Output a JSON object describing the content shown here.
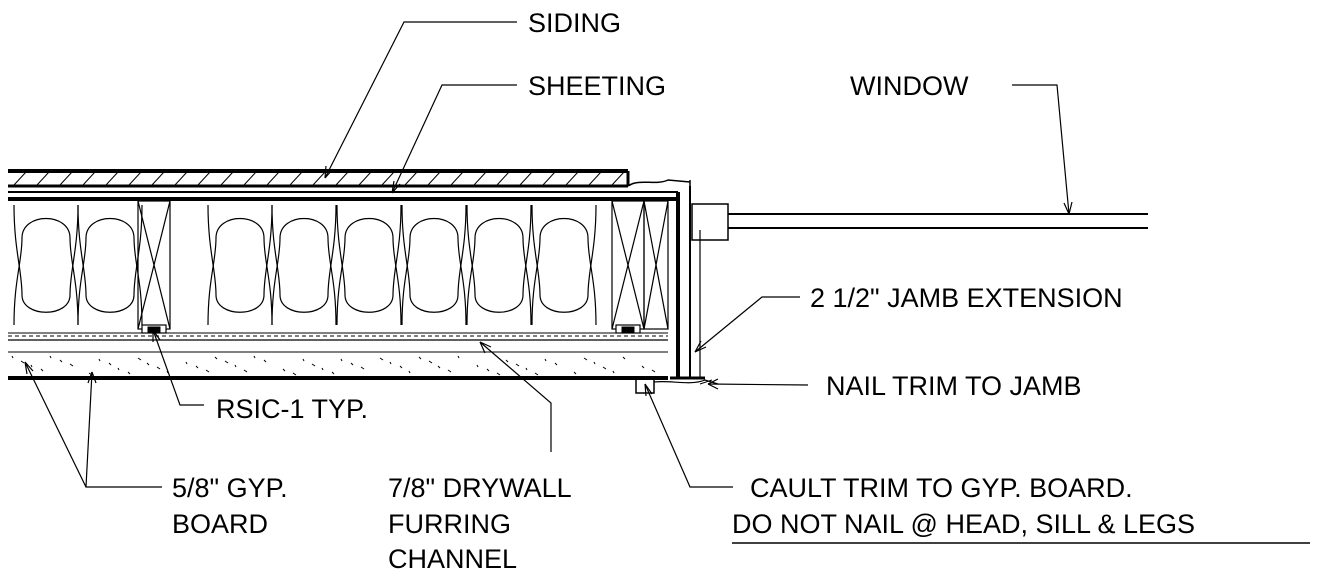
{
  "labels": {
    "siding": "SIDING",
    "sheeting": "SHEETING",
    "window": "WINDOW",
    "jamb_extension": "2 1/2\" JAMB EXTENSION",
    "nail_trim": "NAIL TRIM TO JAMB",
    "rsic": "RSIC-1 TYP.",
    "gyp_board_line1": "5/8\" GYP.",
    "gyp_board_line2": "BOARD",
    "furring_line1": "7/8\" DRYWALL",
    "furring_line2": "FURRING",
    "furring_line3": "CHANNEL",
    "cault_line1": "CAULT TRIM TO GYP. BOARD.",
    "cault_line2": "DO NOT NAIL @ HEAD, SILL & LEGS"
  },
  "colors": {
    "line": "#000000",
    "background": "#ffffff"
  }
}
